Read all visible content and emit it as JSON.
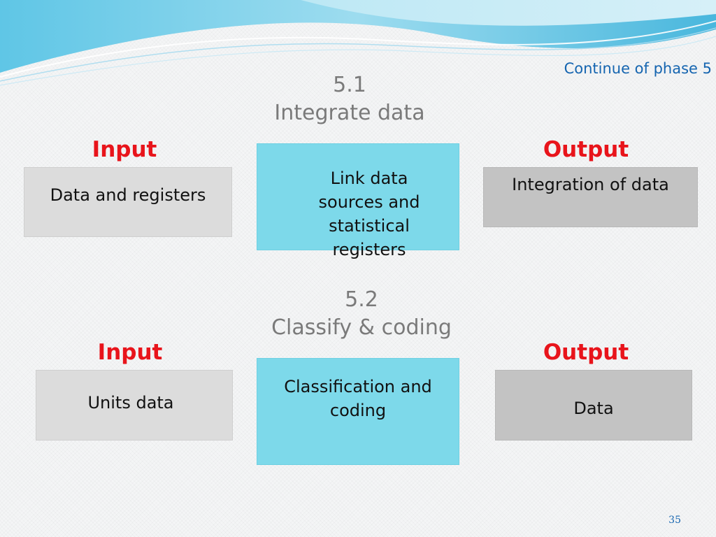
{
  "header": {
    "subtitle": "Continue of phase 5"
  },
  "steps": [
    {
      "number": "5.1",
      "title": "Integrate data",
      "input_label": "Input",
      "input_text": "Data and registers",
      "process_text": "Link data sources and statistical registers",
      "output_label": "Output",
      "output_text": "Integration of data"
    },
    {
      "number": "5.2",
      "title": "Classify & coding",
      "input_label": "Input",
      "input_text": "Units data",
      "process_text": "Classification and coding",
      "output_label": "Output",
      "output_text": "Data"
    }
  ],
  "footer": {
    "page_number": "35"
  },
  "colors": {
    "process_fill": "#7dd9ea",
    "input_fill": "#dcdcdc",
    "output_fill": "#c3c3c3",
    "io_label": "#e8141b",
    "accent_blue": "#1565b0"
  }
}
